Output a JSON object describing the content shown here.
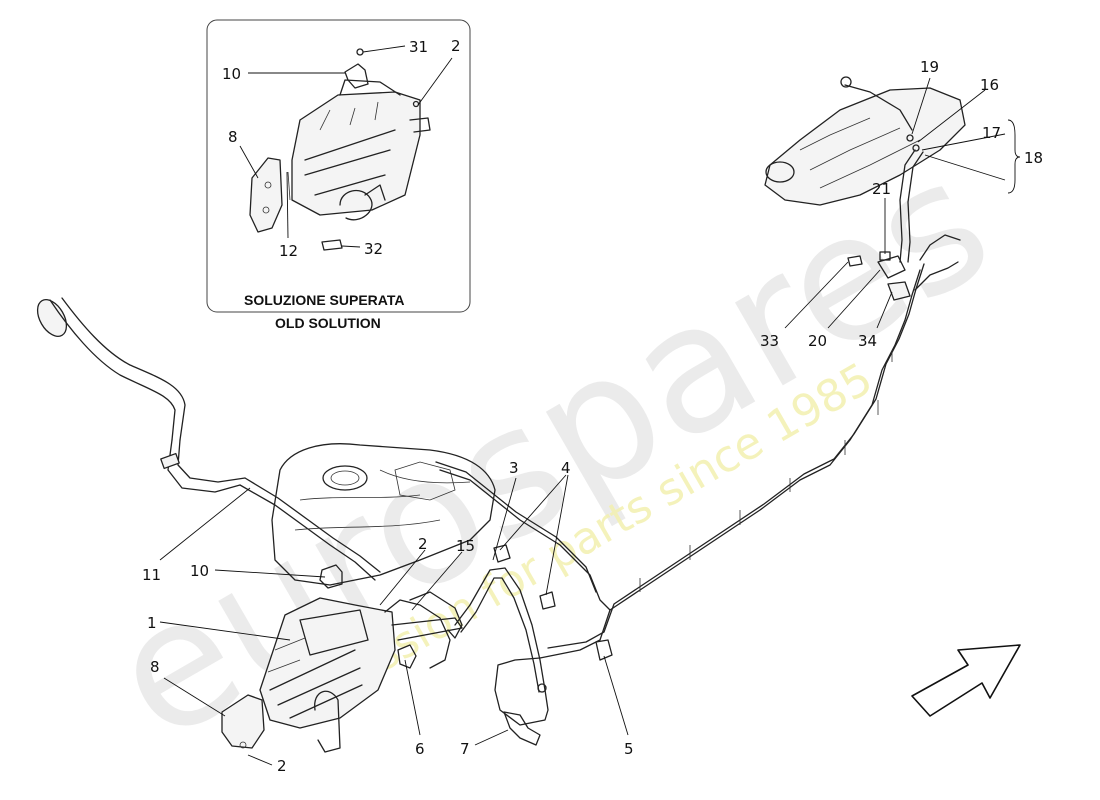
{
  "watermark": {
    "logo": "eurospares",
    "tagline": "a passion for parts since 1985"
  },
  "inset": {
    "title_line1": "SOLUZIONE SUPERATA",
    "title_line2": "OLD SOLUTION"
  },
  "callouts": {
    "c1": "1",
    "c2_lower": "2",
    "c2_upper": "2",
    "c2_inset": "2",
    "c3": "3",
    "c4": "4",
    "c5": "5",
    "c6": "6",
    "c7": "7",
    "c8_main": "8",
    "c8_inset": "8",
    "c10_main": "10",
    "c10_inset": "10",
    "c11": "11",
    "c12": "12",
    "c15": "15",
    "c16": "16",
    "c17": "17",
    "c18": "18",
    "c19": "19",
    "c20": "20",
    "c21": "21",
    "c31": "31",
    "c32": "32",
    "c33": "33",
    "c34": "34"
  },
  "icons": {
    "direction_arrow": "arrow-northeast-icon"
  }
}
